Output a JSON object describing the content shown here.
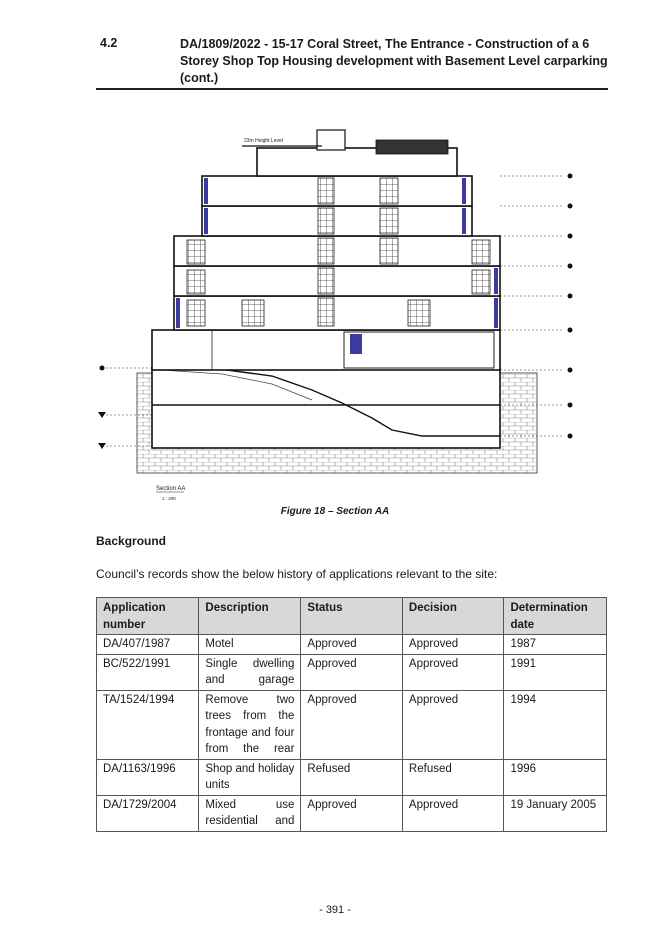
{
  "header": {
    "item_number": "4.2",
    "title": "DA/1809/2022 - 15-17 Coral Street, The Entrance - Construction of a 6 Storey Shop Top Housing development with Basement Level carparking (cont.)"
  },
  "figure": {
    "height_level_label": "23m Height Level",
    "section_label": "Section AA",
    "scale_label": "1 : 200",
    "caption": "Figure 18 – Section AA"
  },
  "background": {
    "heading": "Background",
    "intro": "Council’s records show the below history of applications relevant to the site:"
  },
  "table": {
    "headers": [
      "Application number",
      "Description",
      "Status",
      "Decision",
      "Determination date"
    ],
    "rows": [
      [
        "DA/407/1987",
        "Motel",
        "Approved",
        "Approved",
        "1987"
      ],
      [
        "BC/522/1991",
        "Single dwelling and garage",
        "Approved",
        "Approved",
        "1991"
      ],
      [
        "TA/1524/1994",
        "Remove two trees from the frontage and four from the rear",
        "Approved",
        "Approved",
        "1994"
      ],
      [
        "DA/1163/1996",
        "Shop and holiday units",
        "Refused",
        "Refused",
        "1996"
      ],
      [
        "DA/1729/2004",
        "Mixed use residential and",
        "Approved",
        "Approved",
        "19 January 2005"
      ]
    ]
  },
  "footer": {
    "page_number": "- 391 -"
  }
}
